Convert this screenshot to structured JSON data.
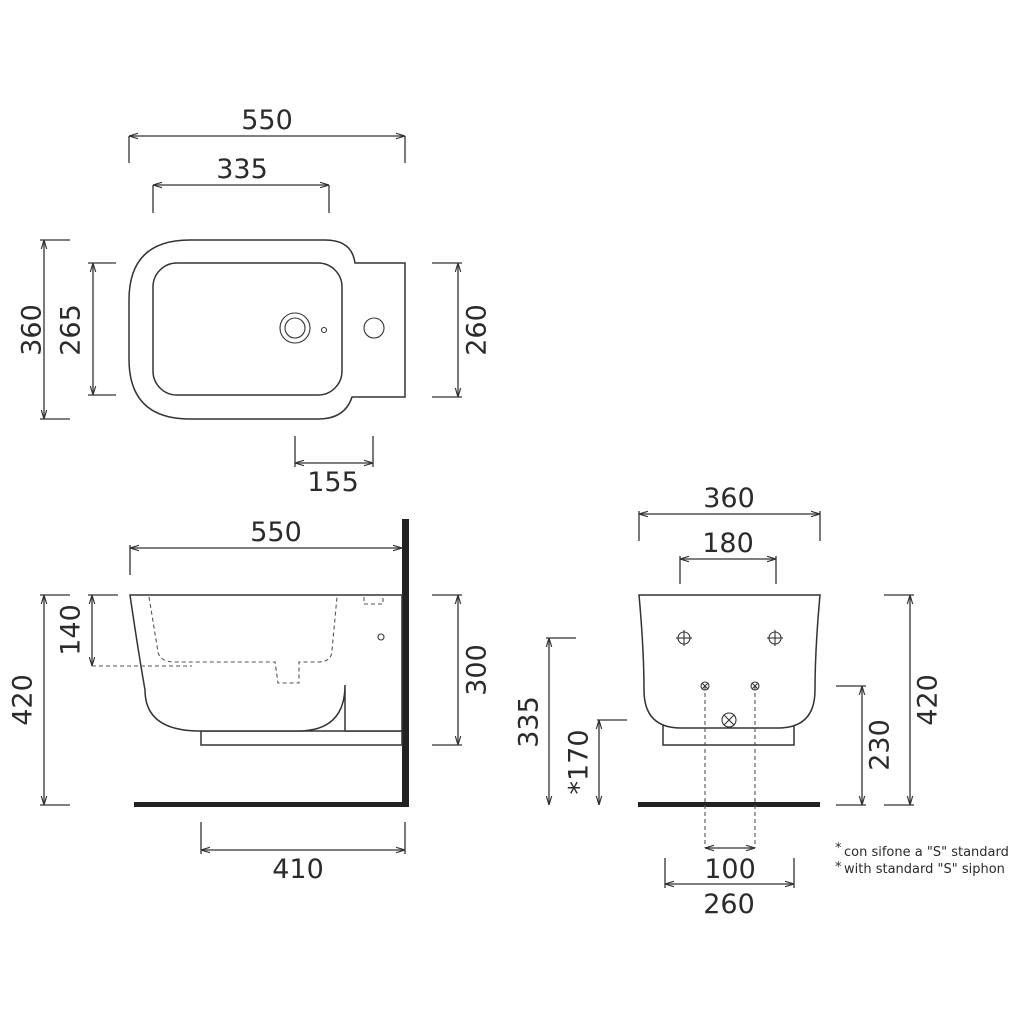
{
  "top_view": {
    "overall_width": "550",
    "hole_offset": "335",
    "overall_depth": "360",
    "bowl_depth": "265",
    "rear_depth": "260",
    "tap_offset": "155"
  },
  "side_view": {
    "overall_width": "550",
    "rim_to_drain": "140",
    "overall_height": "420",
    "wall_height": "300",
    "fixing_width": "410"
  },
  "front_view": {
    "overall_width": "360",
    "fixing_centers": "180",
    "siphon_height": "335",
    "s_siphon_height": "*170",
    "fixing_height": "230",
    "overall_height": "420",
    "waste_centers": "100",
    "base_width": "260"
  },
  "notes": {
    "line1_mark": "*",
    "line1": "con sifone a \"S\" standard",
    "line2_mark": "*",
    "line2": "with standard \"S\" siphon"
  },
  "colors": {
    "line": "#333333",
    "heavy": "#222222",
    "text": "#2b2b2b"
  }
}
